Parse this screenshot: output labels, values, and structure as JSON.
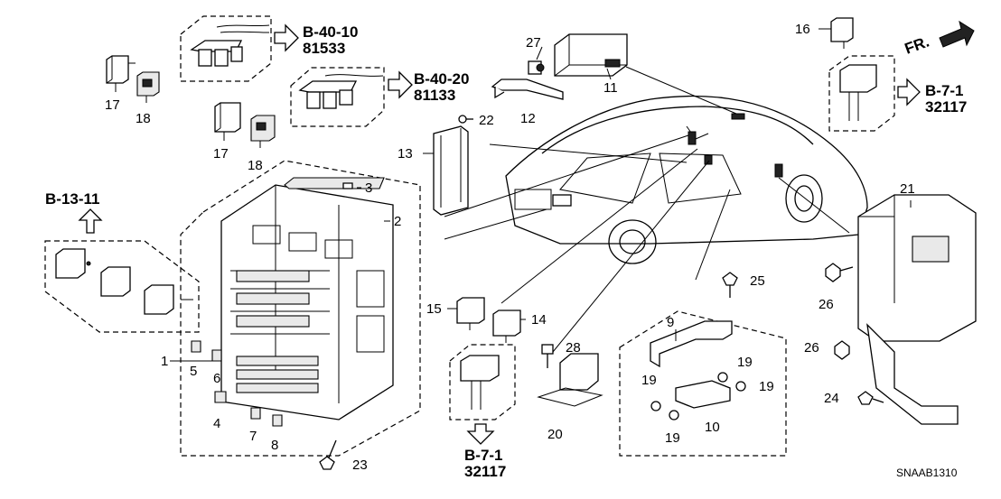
{
  "diagram": {
    "code": "SNAAB1310",
    "front_label": "FR.",
    "refs": {
      "b4010": {
        "ref": "B-40-10",
        "part": "81533"
      },
      "b4020": {
        "ref": "B-40-20",
        "part": "81133"
      },
      "b1311": {
        "ref": "B-13-11"
      },
      "b71_top": {
        "ref": "B-7-1",
        "part": "32117"
      },
      "b71_bottom": {
        "ref": "B-7-1",
        "part": "32117"
      }
    },
    "callouts": {
      "c1": "1",
      "c2": "2",
      "c3": "3",
      "c4": "4",
      "c5": "5",
      "c6": "6",
      "c7": "7",
      "c8": "8",
      "c9": "9",
      "c10": "10",
      "c11": "11",
      "c12": "12",
      "c13": "13",
      "c14": "14",
      "c15": "15",
      "c16": "16",
      "c17a": "17",
      "c17b": "17",
      "c18a": "18",
      "c18b": "18",
      "c19a": "19",
      "c19b": "19",
      "c19c": "19",
      "c19d": "19",
      "c20": "20",
      "c21": "21",
      "c22": "22",
      "c23": "23",
      "c24": "24",
      "c25": "25",
      "c26a": "26",
      "c26b": "26",
      "c27": "27",
      "c28": "28"
    }
  }
}
